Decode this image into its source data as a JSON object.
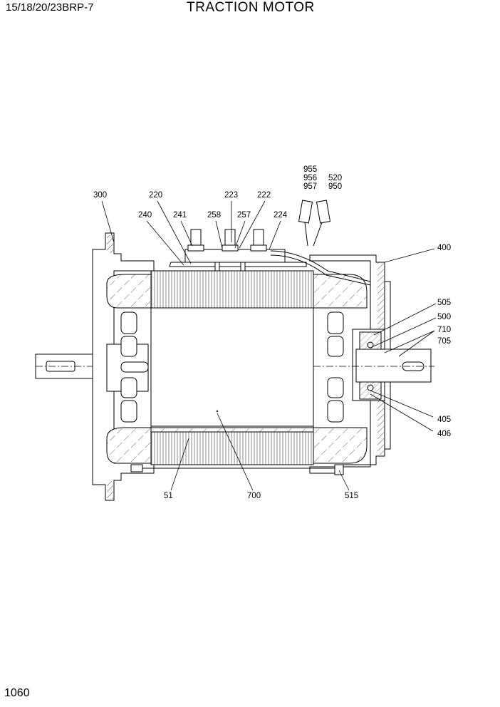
{
  "header": {
    "model": "15/18/20/23BRP-7",
    "title": "TRACTION MOTOR"
  },
  "page_number": "1060",
  "callouts": [
    {
      "id": "c300",
      "text": "300"
    },
    {
      "id": "c220",
      "text": "220"
    },
    {
      "id": "c223",
      "text": "223"
    },
    {
      "id": "c222",
      "text": "222"
    },
    {
      "id": "c240",
      "text": "240"
    },
    {
      "id": "c241",
      "text": "241"
    },
    {
      "id": "c258",
      "text": "258"
    },
    {
      "id": "c257",
      "text": "257"
    },
    {
      "id": "c224",
      "text": "224"
    },
    {
      "id": "c955",
      "text": "955"
    },
    {
      "id": "c956",
      "text": "956"
    },
    {
      "id": "c957",
      "text": "957"
    },
    {
      "id": "c520",
      "text": "520"
    },
    {
      "id": "c950",
      "text": "950"
    },
    {
      "id": "c400",
      "text": "400"
    },
    {
      "id": "c505",
      "text": "505"
    },
    {
      "id": "c500",
      "text": "500"
    },
    {
      "id": "c710",
      "text": "710"
    },
    {
      "id": "c705",
      "text": "705"
    },
    {
      "id": "c405",
      "text": "405"
    },
    {
      "id": "c406",
      "text": "406"
    },
    {
      "id": "c51",
      "text": "51"
    },
    {
      "id": "c700",
      "text": "700"
    },
    {
      "id": "c515",
      "text": "515"
    }
  ]
}
